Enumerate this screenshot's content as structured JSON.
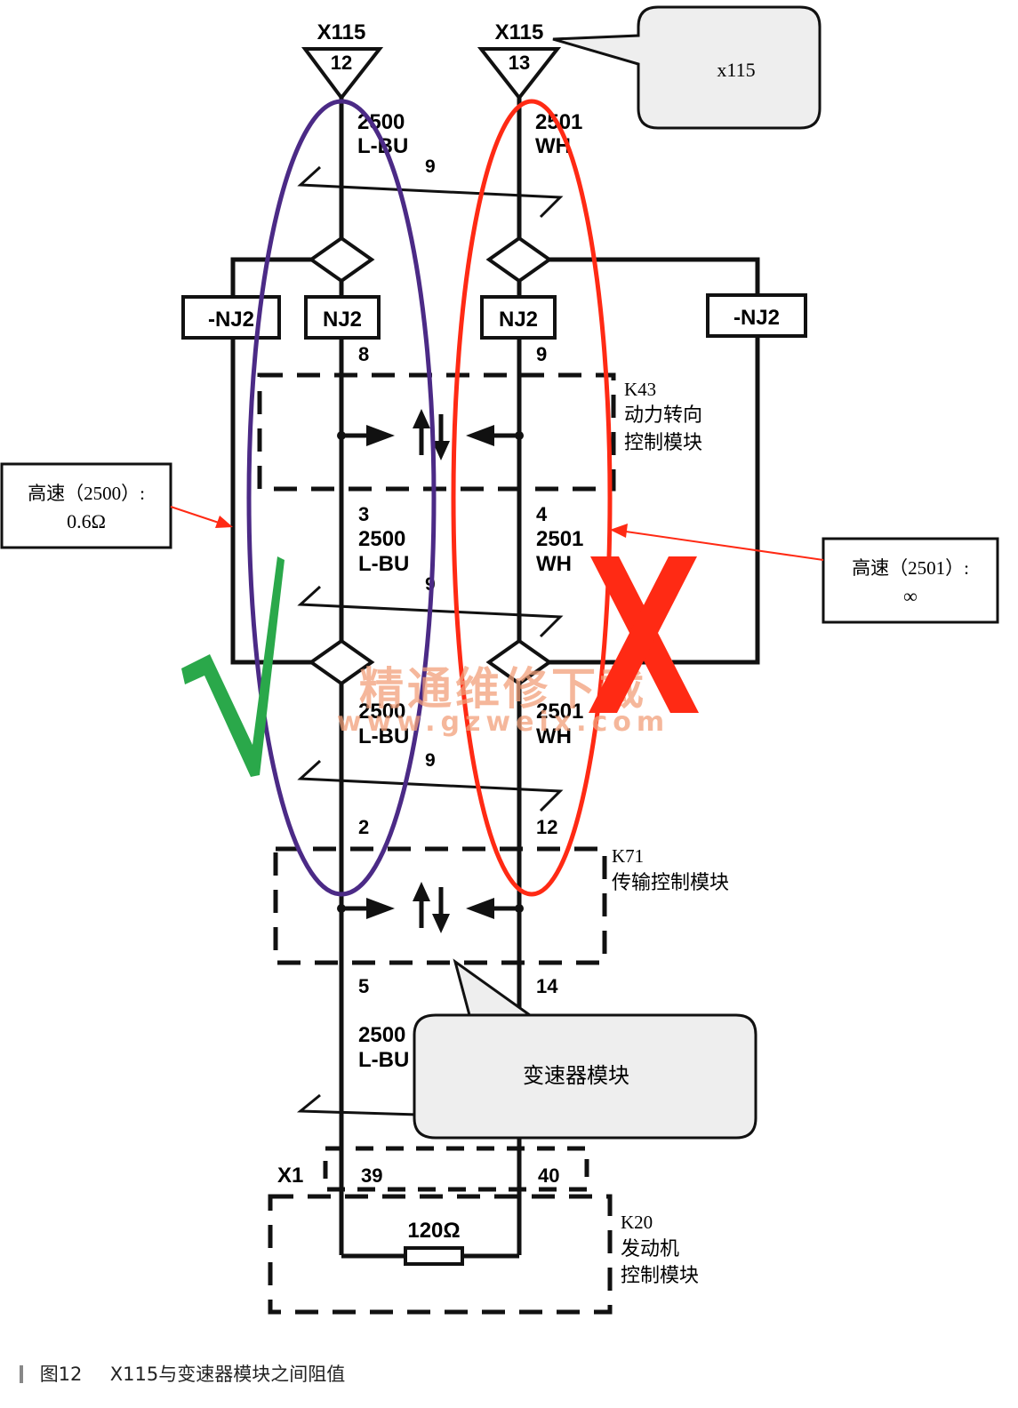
{
  "connectors": {
    "x115_left": {
      "name": "X115",
      "pin": "12"
    },
    "x115_right": {
      "name": "X115",
      "pin": "13"
    },
    "x1": {
      "name": "X1",
      "pin_left": "39",
      "pin_right": "40"
    }
  },
  "callouts": {
    "x115": "x115",
    "transmission": "变速器模块",
    "high_speed_2500": {
      "line1": "高速（2500）:",
      "line2": "0.6Ω"
    },
    "high_speed_2501": {
      "line1": "高速（2501）:",
      "line2": "∞"
    }
  },
  "wires": {
    "seg1_left": {
      "circuit": "2500",
      "color": "L-BU",
      "mark": "9"
    },
    "seg1_right": {
      "circuit": "2501",
      "color": "WH"
    },
    "seg2_left": {
      "circuit": "2500",
      "color": "L-BU",
      "mark": "9",
      "pin": "3"
    },
    "seg2_right": {
      "circuit": "2501",
      "color": "WH",
      "pin": "4"
    },
    "seg3_left": {
      "circuit": "2500",
      "color": "L-BU",
      "mark": "9",
      "pin": "2"
    },
    "seg3_right": {
      "circuit": "2501",
      "color": "WH",
      "pin": "12"
    },
    "seg4_left": {
      "circuit": "2500",
      "color": "L-BU",
      "pin": "5"
    },
    "seg4_right": {
      "pin": "14"
    }
  },
  "splices": {
    "left_outer": "-NJ2",
    "left_inner": "NJ2",
    "right_inner": "NJ2",
    "right_outer": "-NJ2",
    "left_inner_pin": "8",
    "right_inner_pin": "9"
  },
  "modules": {
    "k43": {
      "id": "K43",
      "line1": "动力转向",
      "line2": "控制模块"
    },
    "k71": {
      "id": "K71",
      "line1": "传输控制模块"
    },
    "k20": {
      "id": "K20",
      "line1": "发动机",
      "line2": "控制模块",
      "resistor": "120Ω"
    }
  },
  "marks": {
    "check": "√",
    "cross": "X"
  },
  "watermark": {
    "line1": "精通维修下载",
    "line2": "www.gzweix.com"
  },
  "caption": {
    "figure": "图12",
    "title": "X115与变速器模块之间阻值"
  },
  "colors": {
    "line": "#111111",
    "purple": "#4b2a86",
    "red": "#ff2a14",
    "green": "#2aa84a",
    "watermark": "#f2a07a",
    "callout_fill": "#eeeeee"
  }
}
